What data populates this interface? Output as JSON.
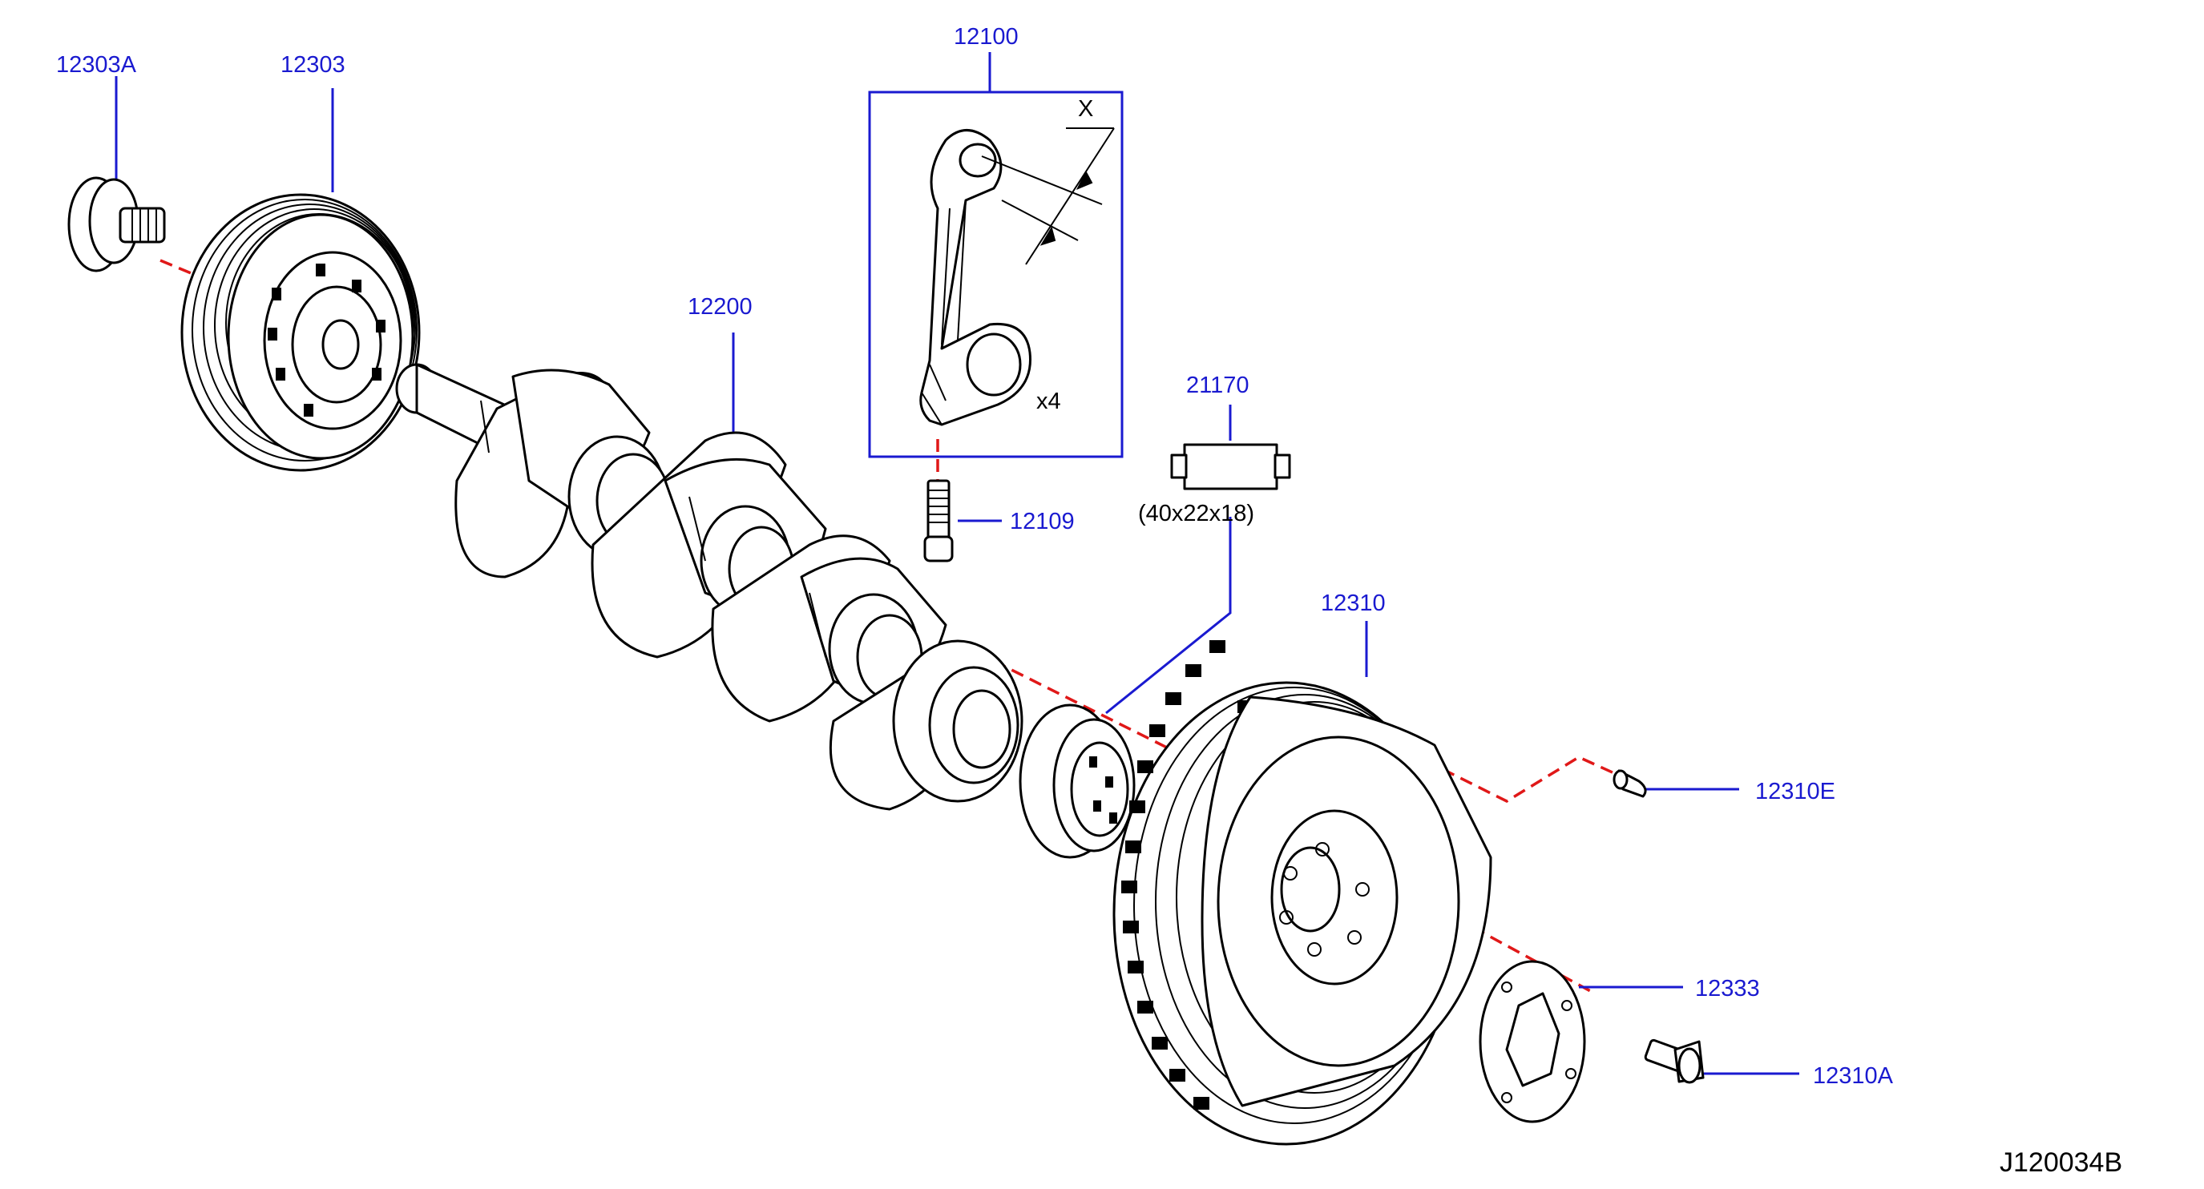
{
  "callouts": {
    "p12303A": "12303A",
    "p12303": "12303",
    "p12100": "12100",
    "p12200": "12200",
    "p21170": "21170",
    "p12109": "12109",
    "p12310": "12310",
    "p12310E": "12310E",
    "p12333": "12333",
    "p12310A": "12310A"
  },
  "annotations": {
    "x_marker": "X",
    "quantity": "x4",
    "bearing_size": "(40x22x18)"
  },
  "diagram_code": "J120034B",
  "colors": {
    "callout_text": "#1a1ad0",
    "leader_lines": "#1a1ad0",
    "assembly_axis": "#e01818",
    "drawing_ink": "#000000"
  }
}
